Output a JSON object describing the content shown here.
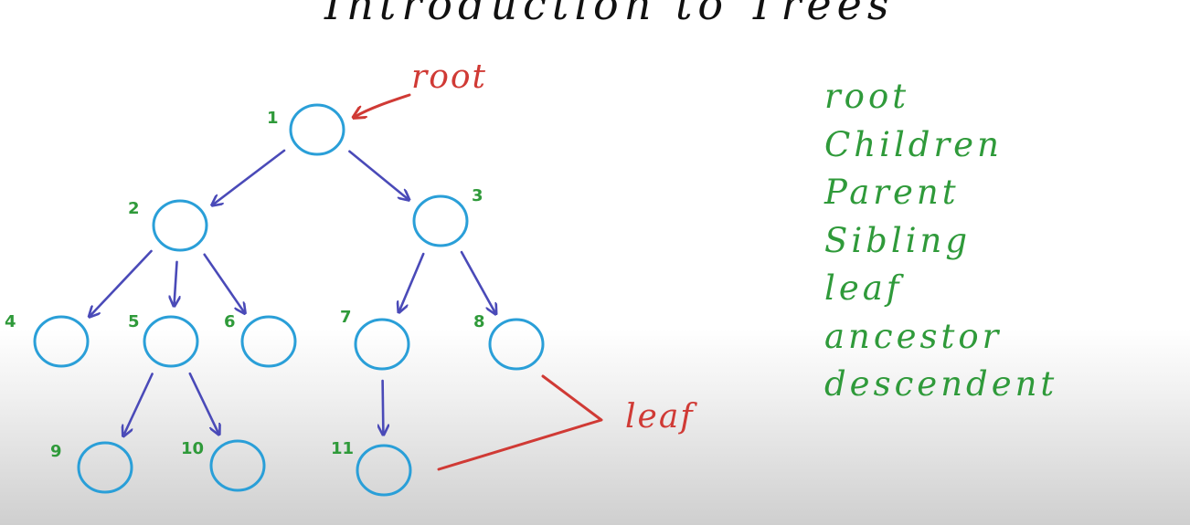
{
  "title": "Introduction to Trees",
  "nodes": [
    {
      "id": "1",
      "label": "1"
    },
    {
      "id": "2",
      "label": "2"
    },
    {
      "id": "3",
      "label": "3"
    },
    {
      "id": "4",
      "label": "4"
    },
    {
      "id": "5",
      "label": "5"
    },
    {
      "id": "6",
      "label": "6"
    },
    {
      "id": "7",
      "label": "7"
    },
    {
      "id": "8",
      "label": "8"
    },
    {
      "id": "9",
      "label": "9"
    },
    {
      "id": "10",
      "label": "10"
    },
    {
      "id": "11",
      "label": "11"
    }
  ],
  "edges": [
    {
      "from": "1",
      "to": "2"
    },
    {
      "from": "1",
      "to": "3"
    },
    {
      "from": "2",
      "to": "4"
    },
    {
      "from": "2",
      "to": "5"
    },
    {
      "from": "2",
      "to": "6"
    },
    {
      "from": "3",
      "to": "7"
    },
    {
      "from": "3",
      "to": "8"
    },
    {
      "from": "5",
      "to": "9"
    },
    {
      "from": "5",
      "to": "10"
    },
    {
      "from": "7",
      "to": "11"
    }
  ],
  "annotations": {
    "root_label": "root",
    "root_points_to": "1",
    "leaf_label": "leaf",
    "leaf_points_to": [
      "8",
      "11"
    ]
  },
  "terms": [
    "root",
    "Children",
    "Parent",
    "Sibling",
    "leaf",
    "ancestor",
    "descendent"
  ],
  "colors": {
    "node_stroke": "#2a9fd8",
    "edge": "#4a4ab8",
    "node_label": "#2f9a3a",
    "annotation": "#d03a35",
    "terms": "#2f9a3a",
    "title": "#111111"
  }
}
